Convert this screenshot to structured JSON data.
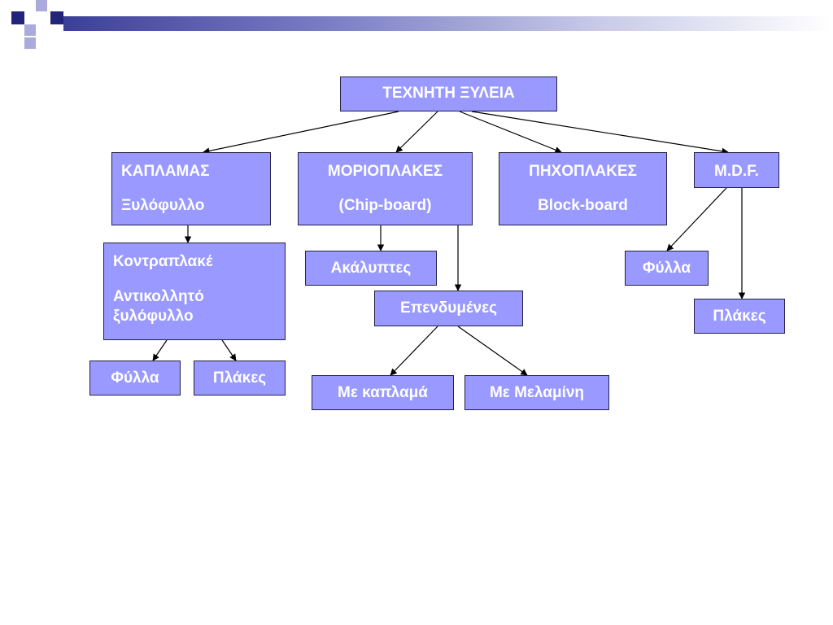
{
  "colors": {
    "node_fill": "#9999ff",
    "node_text": "#ffffff",
    "node_border": "#222244",
    "connector": "#000000",
    "deco_dark": "#22247a",
    "deco_light": "#aaaadd"
  },
  "diagram": {
    "root": "ΤΕΧΝΗΤΗ ΞΥΛΕΙΑ",
    "kaplamas": {
      "line1": "ΚΑΠΛΑΜΑΣ",
      "line2": "Ξυλόφυλλο"
    },
    "morioplakes": {
      "line1": "ΜΟΡΙΟΠΛΑΚΕΣ",
      "line2": "(Chip-board)"
    },
    "pichoplakes": {
      "line1": "ΠΗΧΟΠΛΑΚΕΣ",
      "line2": "Block-board"
    },
    "mdf": "M.D.F.",
    "kontraplake": {
      "line1": "Κοντραπλακέ",
      "line2": "Αντικολλητό",
      "line3": "ξυλόφυλλο"
    },
    "kontraplake_fylla": "Φύλλα",
    "kontraplake_plakes": "Πλάκες",
    "akalyptes": "Ακάλυπτες",
    "ependymenes": "Επενδυμένες",
    "me_kaplama": "Με καπλαμά",
    "me_melamini": "Με Μελαμίνη",
    "mdf_fylla": "Φύλλα",
    "mdf_plakes": "Πλάκες"
  }
}
